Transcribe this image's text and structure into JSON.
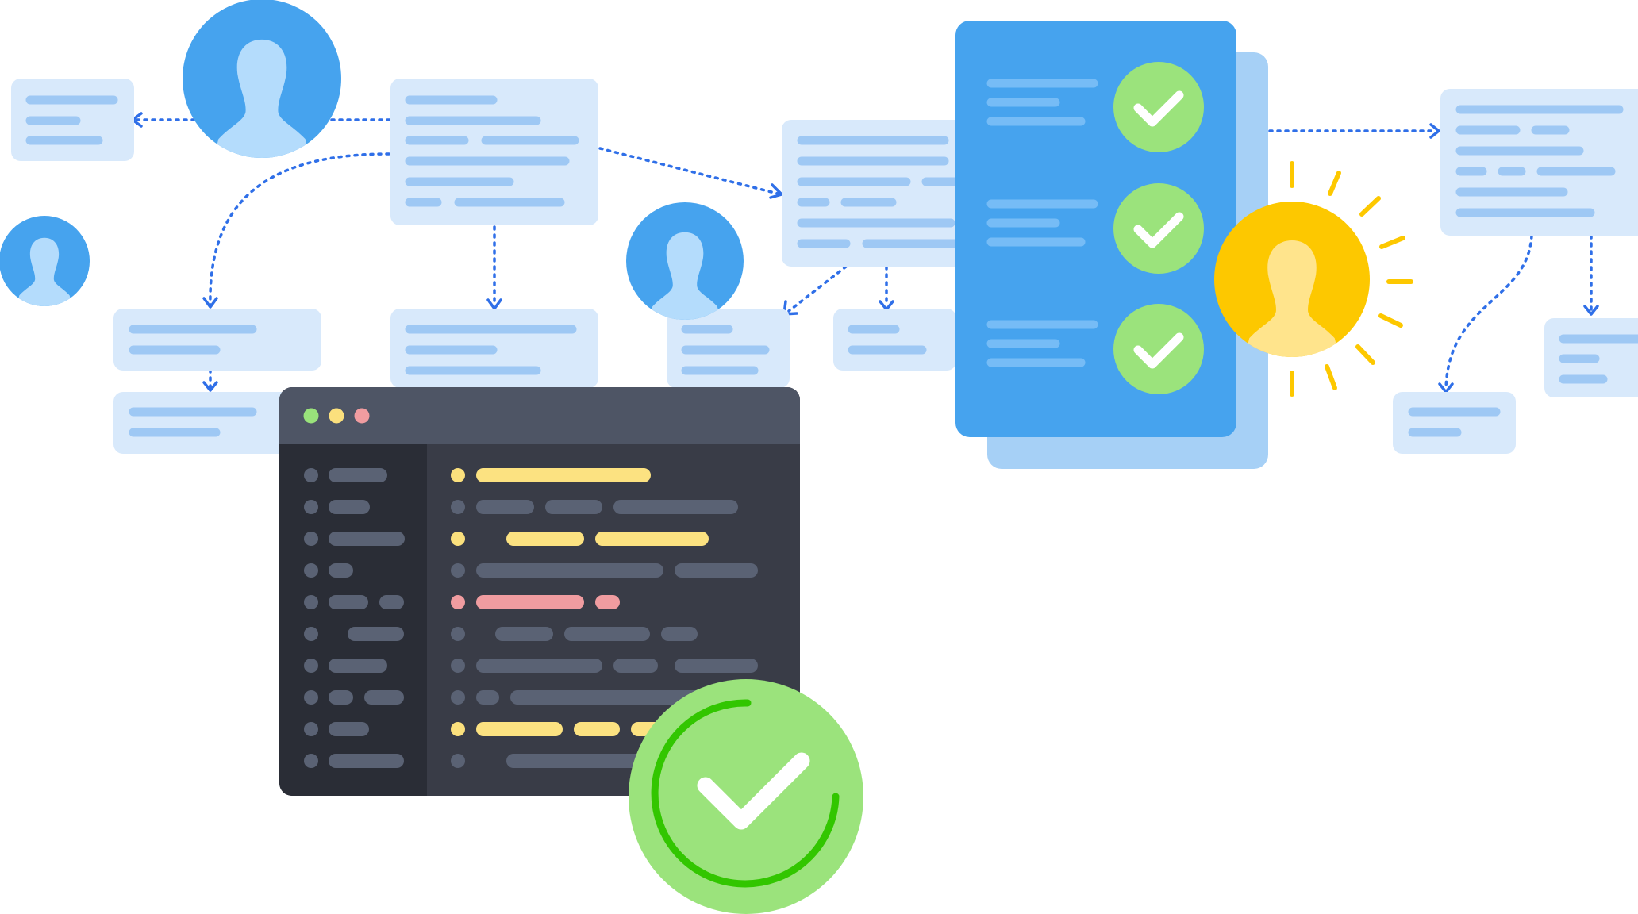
{
  "colors": {
    "card_bg": "#d8e9fb",
    "card_line": "#9ec8f4",
    "avatar_blue": "#46a3ee",
    "avatar_blue_light": "#b4dcfc",
    "avatar_yellow": "#fdc800",
    "avatar_yellow_light": "#ffe48c",
    "connector": "#2f6fe8",
    "panel_blue": "#46a3ee",
    "panel_blue_back": "#a6d0f6",
    "panel_line": "#76bcf6",
    "check_green": "#9be37c",
    "check_ring": "#32c600",
    "editor_titlebar": "#4e5565",
    "editor_gutter": "#2a2d36",
    "editor_body": "#393c47",
    "code_gray": "#5a6274",
    "code_yellow": "#fce281",
    "code_red": "#f09ca0",
    "dot_green": "#99e27b",
    "dot_yellow": "#fbe07d",
    "dot_red": "#f09ca0"
  },
  "icons": {
    "person": "person-icon",
    "check": "check-icon",
    "sun_rays": "sun-rays-icon",
    "arrow": "arrow-head-icon"
  },
  "editor": {
    "window_buttons": [
      "close",
      "minimize",
      "maximize"
    ],
    "line_count": 10
  },
  "checklist": {
    "items_checked": 3
  }
}
